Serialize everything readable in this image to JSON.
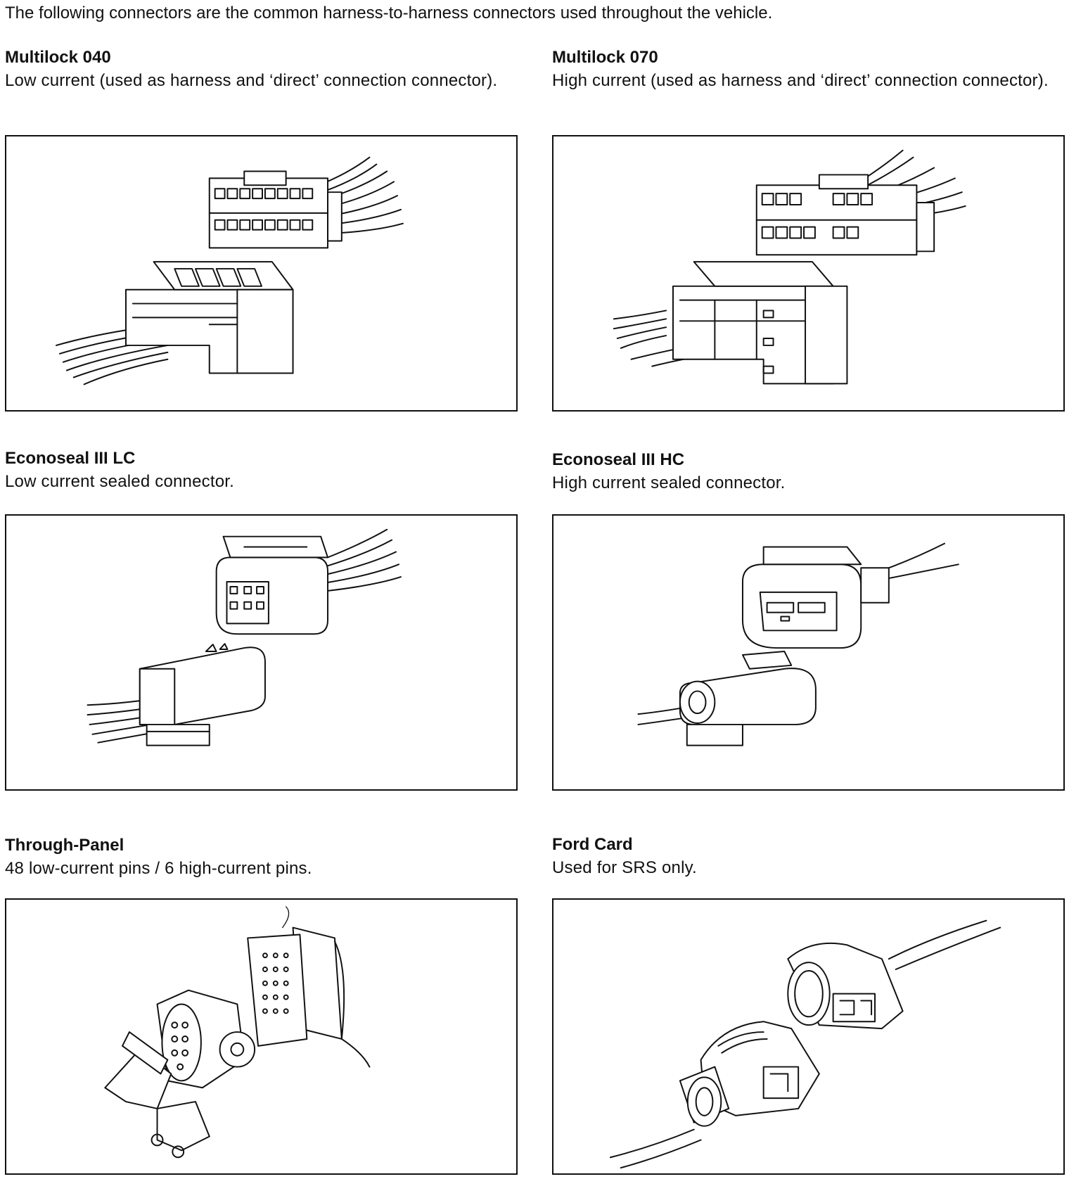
{
  "intro": "The following connectors are the common harness-to-harness connectors used throughout the vehicle.",
  "sections": [
    {
      "title": "Multilock 040",
      "desc": "Low current (used as harness and ‘direct’ connection connector)."
    },
    {
      "title": "Multilock 070",
      "desc": "High current (used as harness and ‘direct’ connection connector)."
    },
    {
      "title": "Econoseal III LC",
      "desc": "Low current sealed connector."
    },
    {
      "title": "Econoseal III HC",
      "desc": "High current sealed connector."
    },
    {
      "title": "Through-Panel",
      "desc": "48 low-current pins / 6 high-current pins."
    },
    {
      "title": "Ford Card",
      "desc": "Used for SRS only."
    }
  ]
}
